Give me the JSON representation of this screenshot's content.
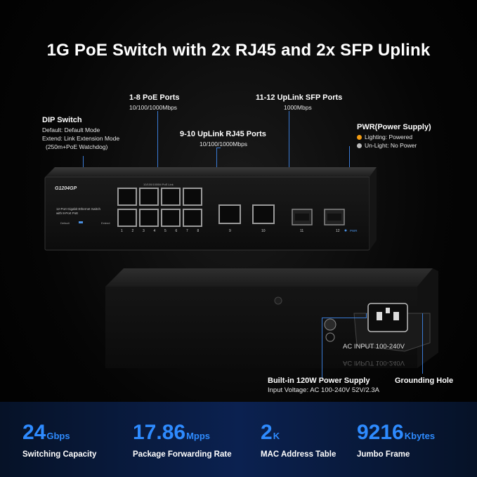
{
  "title": "1G PoE Switch with 2x RJ45 and 2x SFP Uplink",
  "labels": {
    "dip_title": "DIP Switch",
    "dip_line1": "Default: Default Mode",
    "dip_line2": "Extend: Link Extension Mode",
    "dip_line3": "(250m+PoE Watchdog)",
    "poe_title": "1-8 PoE Ports",
    "poe_sub": "10/100/1000Mbps",
    "sfp_title": "11-12 UpLink SFP Ports",
    "sfp_sub": "1000Mbps",
    "rj45_title": "9-10 UpLink RJ45 Ports",
    "rj45_sub": "10/100/1000Mbps",
    "pwr_title": "PWR(Power Supply)",
    "pwr_line1": "Lighting: Powered",
    "pwr_line2": "Un-Light: No Power",
    "power_supply_title": "Built-in 120W Power Supply",
    "power_supply_sub": "Input Voltage: AC 100-240V 52V/2.3A",
    "grounding": "Grounding Hole",
    "ac_input": "AC INPUT 100-240V",
    "ac_input_mirror": "AC INPUT 100-240V"
  },
  "device": {
    "model": "G1204GP",
    "desc_line1": "12-Port Gigabit Ethernet Switch",
    "desc_line2": "with 8-Port PoE",
    "port_header": "10/100/1000M PoE Link",
    "default_label": "Default",
    "extend_label": "Extend",
    "port_nums": [
      "1",
      "2",
      "3",
      "4",
      "5",
      "6",
      "7",
      "8"
    ],
    "port9": "9",
    "port10": "10",
    "port11": "11",
    "port12": "12",
    "pwr": "PWR"
  },
  "stats": [
    {
      "value": "24",
      "unit": "Gbps",
      "label": "Switching Capacity"
    },
    {
      "value": "17.86",
      "unit": "Mpps",
      "label": "Package Forwarding Rate"
    },
    {
      "value": "2",
      "unit": "K",
      "label": "MAC Address Table"
    },
    {
      "value": "9216",
      "unit": "Kbytes",
      "label": "Jumbo Frame"
    }
  ],
  "colors": {
    "accent_blue": "#2e8bff",
    "pwr_on": "#f39c12",
    "pwr_off": "#bdbdbd"
  }
}
